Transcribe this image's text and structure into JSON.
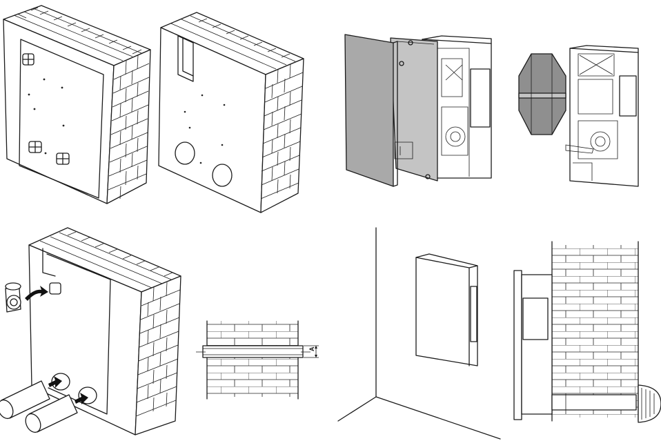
{
  "figure": {
    "panels": [
      {
        "id": "wall-front",
        "description_hidden": true
      },
      {
        "id": "wall-cutout"
      },
      {
        "id": "unit-open-cover"
      },
      {
        "id": "unit-filter-removed"
      },
      {
        "id": "wall-ducts-arrows"
      },
      {
        "id": "wall-section-dimension"
      },
      {
        "id": "unit-mounted-corner"
      },
      {
        "id": "unit-side-section"
      }
    ],
    "dimension_label": "A"
  }
}
